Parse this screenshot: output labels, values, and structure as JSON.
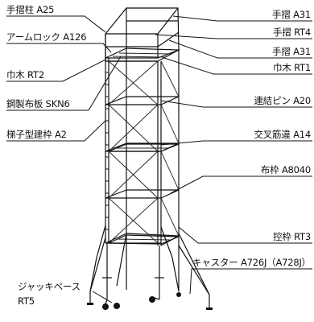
{
  "labels": {
    "tesuribashira": "手摺柱 A25",
    "armlock": "アームロック A126",
    "habaki_rt2": "巾木 RT2",
    "koseinunoita": "鋼製布板 SKN6",
    "hashigo": "梯子型建枠 A2",
    "jackbase_1": "ジャッキベース",
    "jackbase_2": "RT5",
    "tesuri_a31_top": "手摺 A31",
    "tesuri_rt4": "手摺 RT4",
    "tesuri_a31_2": "手摺 A31",
    "habaki_rt1": "巾木 RT1",
    "renketsu": "連結ピン A20",
    "kousa": "交叉筋違 A14",
    "nunowaku": "布枠 A8040",
    "hikaewaku": "控枠 RT3",
    "caster": "キャスター A726J（A728J）"
  }
}
